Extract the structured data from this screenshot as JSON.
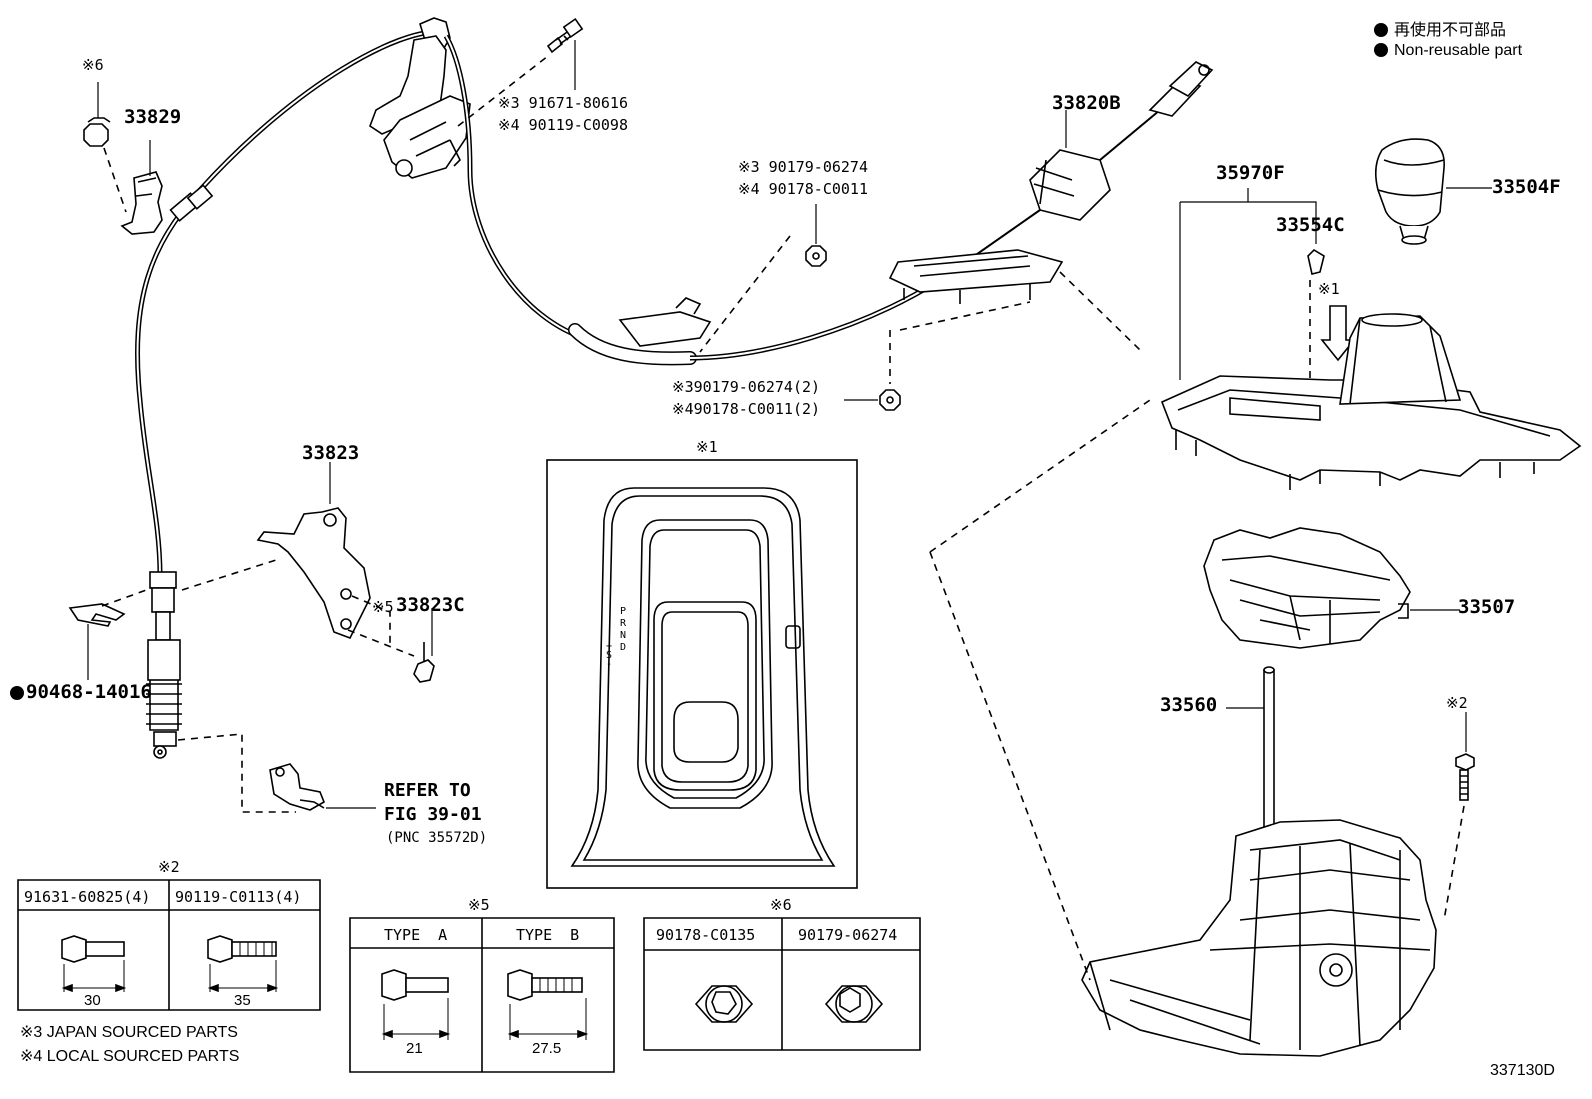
{
  "legend": {
    "jp": "再使用不可部品",
    "en": "Non-reusable part"
  },
  "diagram_id": "337130D",
  "parts": {
    "p33829": "33829",
    "p33829_note": "※6",
    "p33823": "33823",
    "p33823c": "33823C",
    "p33823c_note": "※5",
    "p90468": "90468-14016",
    "p33820b": "33820B",
    "p35970f": "35970F",
    "p33554c": "33554C",
    "p33504f": "33504F",
    "p33507": "33507",
    "p33560": "33560",
    "p33560_note": "※2",
    "bolt_top_a": "※3 91671-80616",
    "bolt_top_b": "※4 90119-C0098",
    "nut_mid_a": "※3 90179-06274",
    "nut_mid_b": "※4 90178-C0011",
    "nut_low_a": "※390179-06274(2)",
    "nut_low_b": "※490178-C0011(2)",
    "star1_arrow": "※1",
    "refer_l1": "REFER TO",
    "refer_l2": "FIG 39-01",
    "refer_l3": "(PNC 35572D)"
  },
  "panel1": {
    "title": "※1",
    "gear_P": "P",
    "gear_R": "R",
    "gear_N": "N",
    "gear_D": "D",
    "gear_plus": "+",
    "gear_S": "S",
    "gear_minus": "-"
  },
  "table2": {
    "title": "※2",
    "col1": "91631-60825(4)",
    "col2": "90119-C0113(4)",
    "dim1": "30",
    "dim2": "35"
  },
  "table5": {
    "title": "※5",
    "col1": "TYPE  A",
    "col2": "TYPE  B",
    "dim1": "21",
    "dim2": "27.5"
  },
  "table6": {
    "title": "※6",
    "col1": "90178-C0135",
    "col2": "90179-06274"
  },
  "notes": {
    "n3": "※3 JAPAN SOURCED PARTS",
    "n4": "※4 LOCAL SOURCED PARTS"
  }
}
